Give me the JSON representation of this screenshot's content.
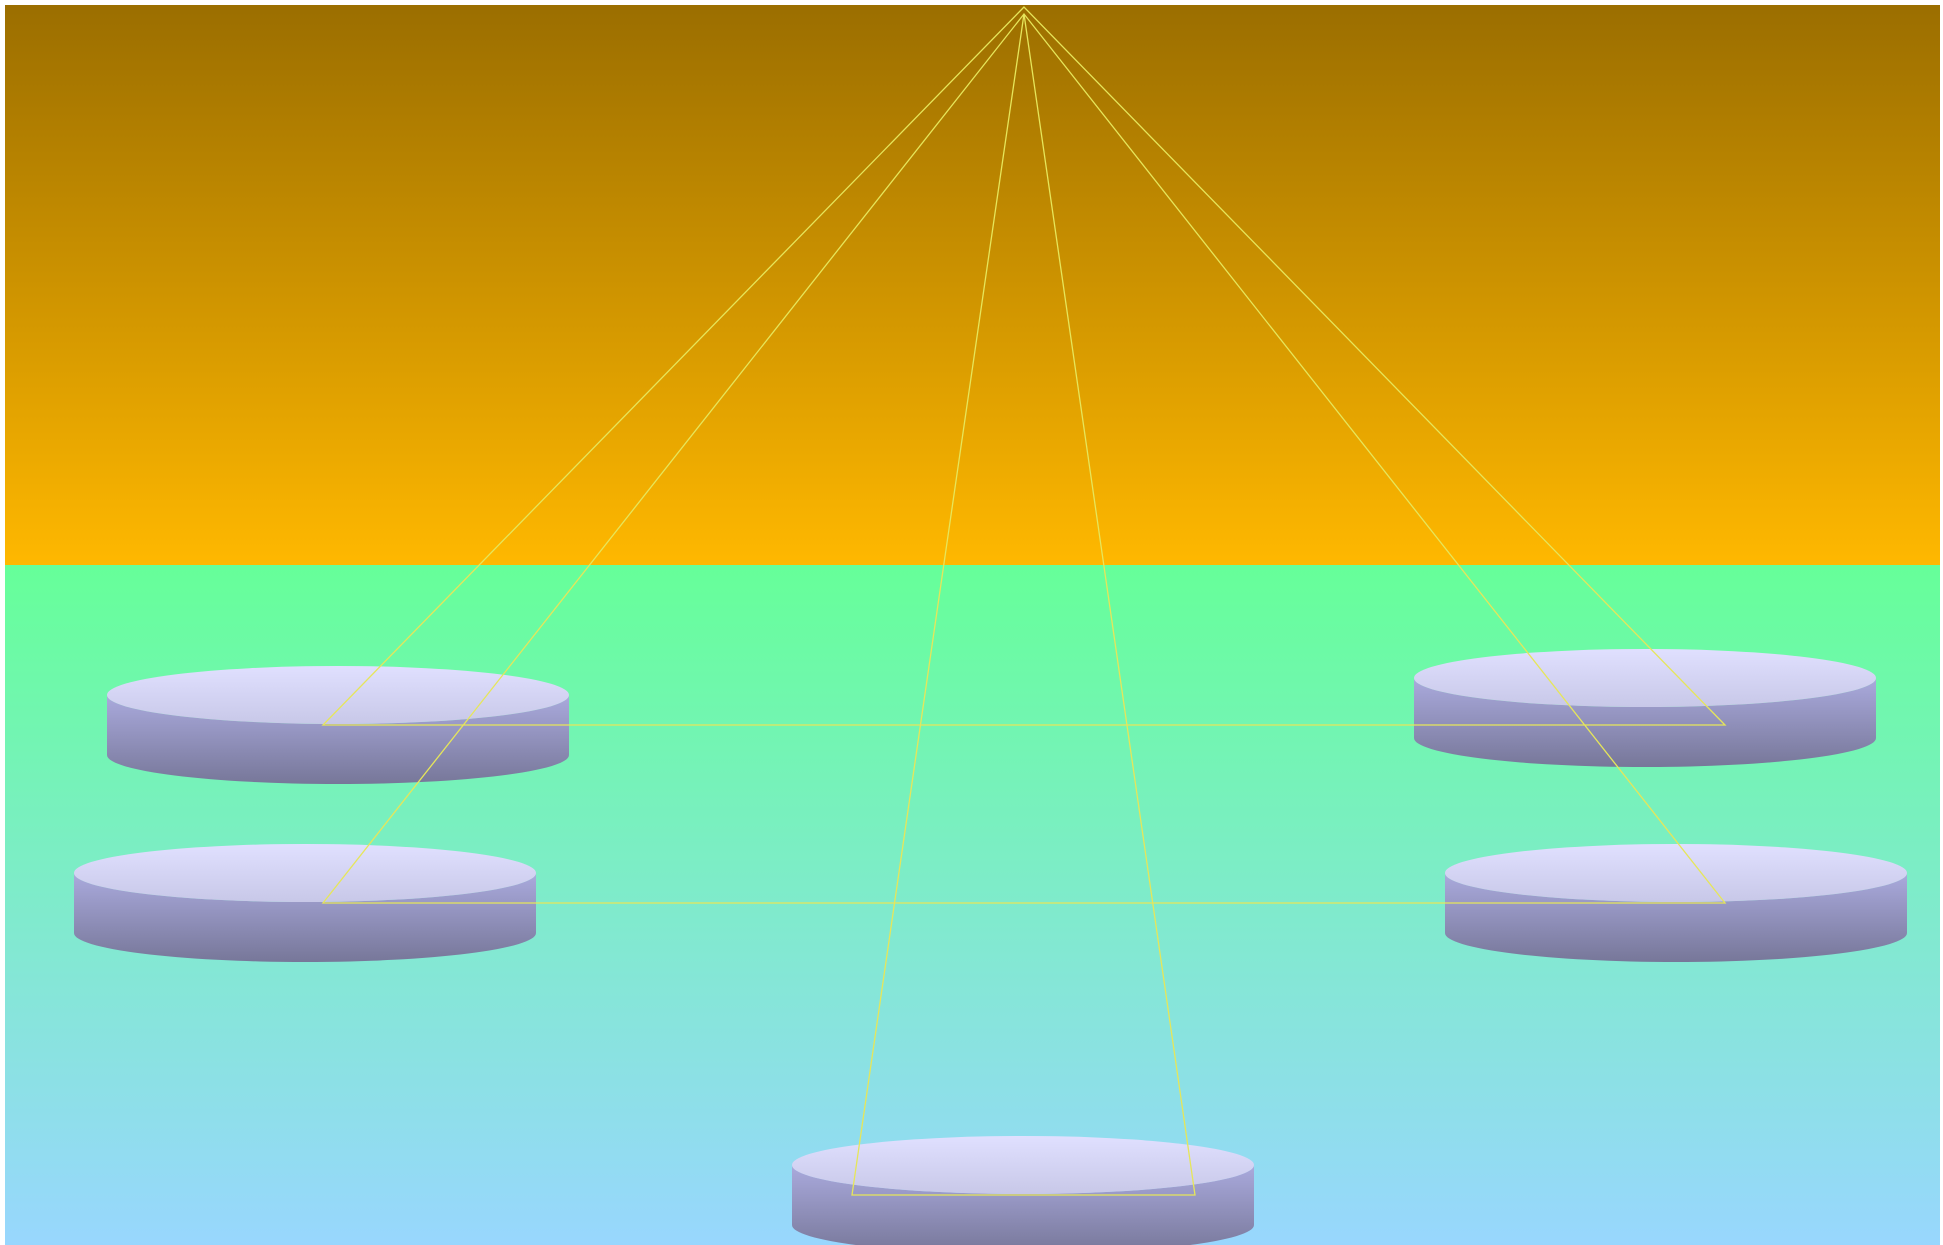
{
  "scene": {
    "sky_colors": {
      "top": "#9b6e00",
      "bottom": "#ffb800"
    },
    "ground_colors": {
      "top": "#66ff99",
      "bottom": "#99d6ff"
    },
    "disk_colors": {
      "top_light": "#e0e0ff",
      "top_dark": "#c8c8e8",
      "side_light": "#aaaadd",
      "side_dark": "#777799"
    },
    "line_color": "#e6e65a",
    "disks": [
      {
        "id": "left-upper"
      },
      {
        "id": "left-lower"
      },
      {
        "id": "right-upper"
      },
      {
        "id": "right-lower"
      },
      {
        "id": "bottom-center"
      }
    ]
  }
}
